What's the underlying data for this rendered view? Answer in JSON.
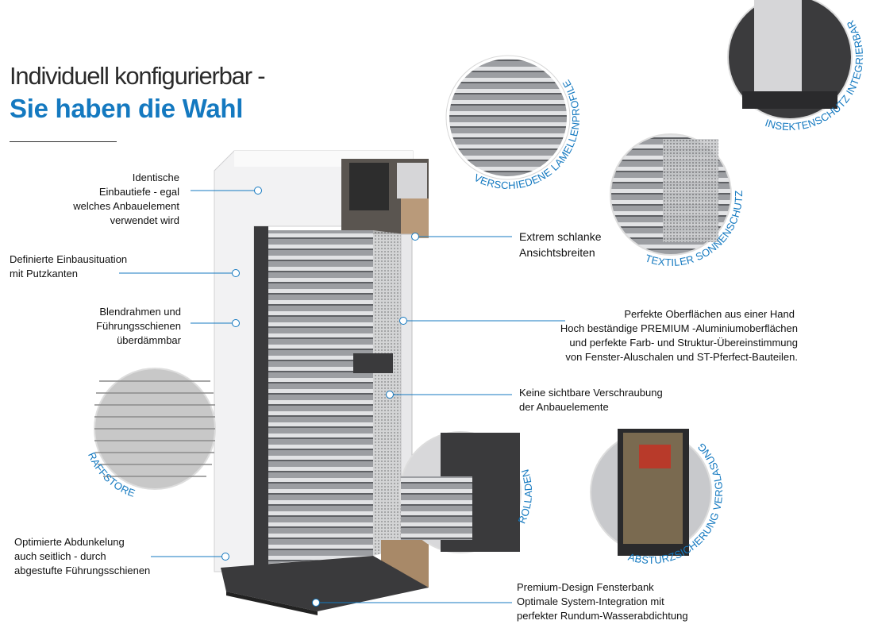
{
  "title": {
    "line1": "Individuell konfigurierbar -",
    "line2": "Sie haben die Wahl"
  },
  "callouts": {
    "einbautiefe": [
      "Identische",
      "Einbautiefe - egal",
      "welches Anbauelement",
      "verwendet wird"
    ],
    "einbausituation": [
      "Definierte Einbausituation",
      "mit Putzkanten"
    ],
    "blendrahmen": [
      "Blendrahmen und",
      "Führungsschienen",
      "überdämmbar"
    ],
    "abdunkelung": [
      "Optimierte Abdunkelung",
      "auch seitlich - durch",
      "abgestufte Führungsschienen"
    ],
    "ansichtsbreiten": [
      "Extrem schlanke",
      "Ansichtsbreiten"
    ],
    "oberflaechen": [
      "Perfekte Oberflächen aus einer Hand",
      "Hoch beständige PREMIUM -Aluminiumoberflächen",
      "und perfekte Farb- und Struktur-Übereinstimmung",
      "von Fenster-Aluschalen und ST-Pferfect-Bauteilen."
    ],
    "verschraubung": [
      "Keine sichtbare Verschraubung",
      "der Anbauelemente"
    ],
    "fensterbank": [
      "Premium-Design Fensterbank",
      "Optimale System-Integration mit",
      "perfekter Rundum-Wasserabdichtung"
    ]
  },
  "options": {
    "lamellenprofile": "VERSCHIEDENE LAMELLENPROFILE",
    "insektenschutz": "INSEKTENSCHUTZ INTEGRIERBAR",
    "sonnenschutz": "TEXTILER SONNENSCHUTZ",
    "raffstore": "RAFFSTORE",
    "rolladen": "ROLLADEN",
    "absturzsicherung": "ABSTURZSICHERUNG VERGLASUNG"
  },
  "colors": {
    "accent": "#1479c0",
    "text": "#1a1a1a",
    "frame": "#3a3a3c"
  }
}
